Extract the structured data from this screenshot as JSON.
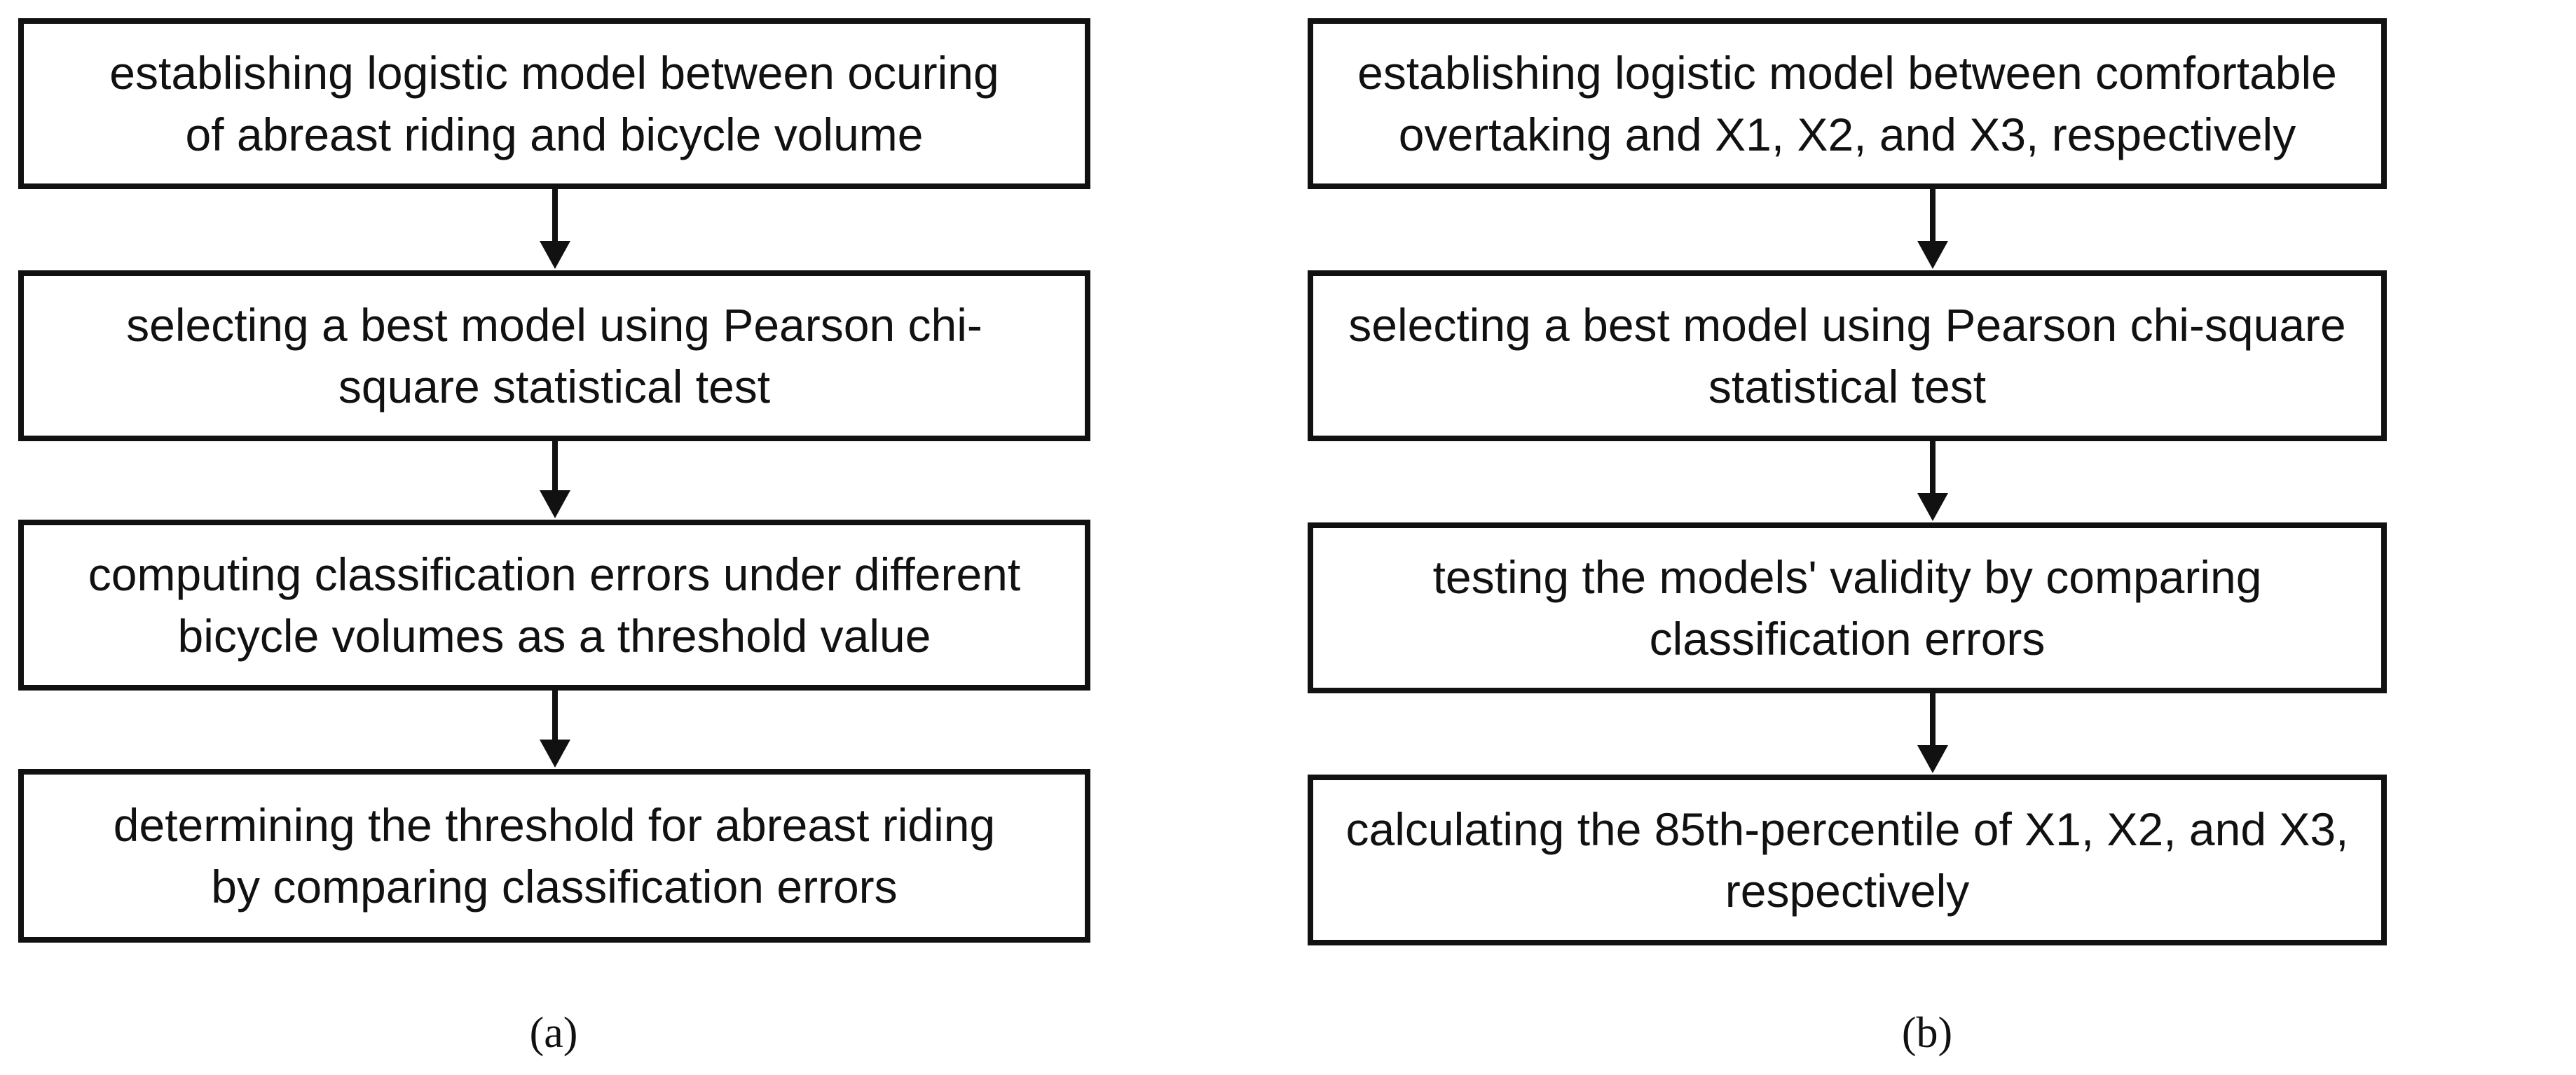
{
  "panel_a": {
    "steps": [
      {
        "line1": "establishing logistic model between ocuring",
        "line2": "of abreast riding and bicycle volume"
      },
      {
        "line1": "selecting a best model using Pearson chi-",
        "line2": "square statistical test"
      },
      {
        "line1": "computing classification errors under different",
        "line2": "bicycle volumes  as a threshold value"
      },
      {
        "line1": "determining  the threshold for abreast riding",
        "line2": "by comparing classification errors"
      }
    ],
    "caption": "(a)"
  },
  "panel_b": {
    "steps": [
      {
        "line1": "establishing logistic model between comfortable",
        "line2": "overtaking and X1, X2, and X3, respectively"
      },
      {
        "line1": "selecting a best model using Pearson chi-square",
        "line2": "statistical test"
      },
      {
        "line1": "testing the models' validity by comparing",
        "line2": "classification errors"
      },
      {
        "line1": "calculating the 85th-percentile of X1, X2, and X3,",
        "line2": "respectively"
      }
    ],
    "caption": "(b)"
  }
}
